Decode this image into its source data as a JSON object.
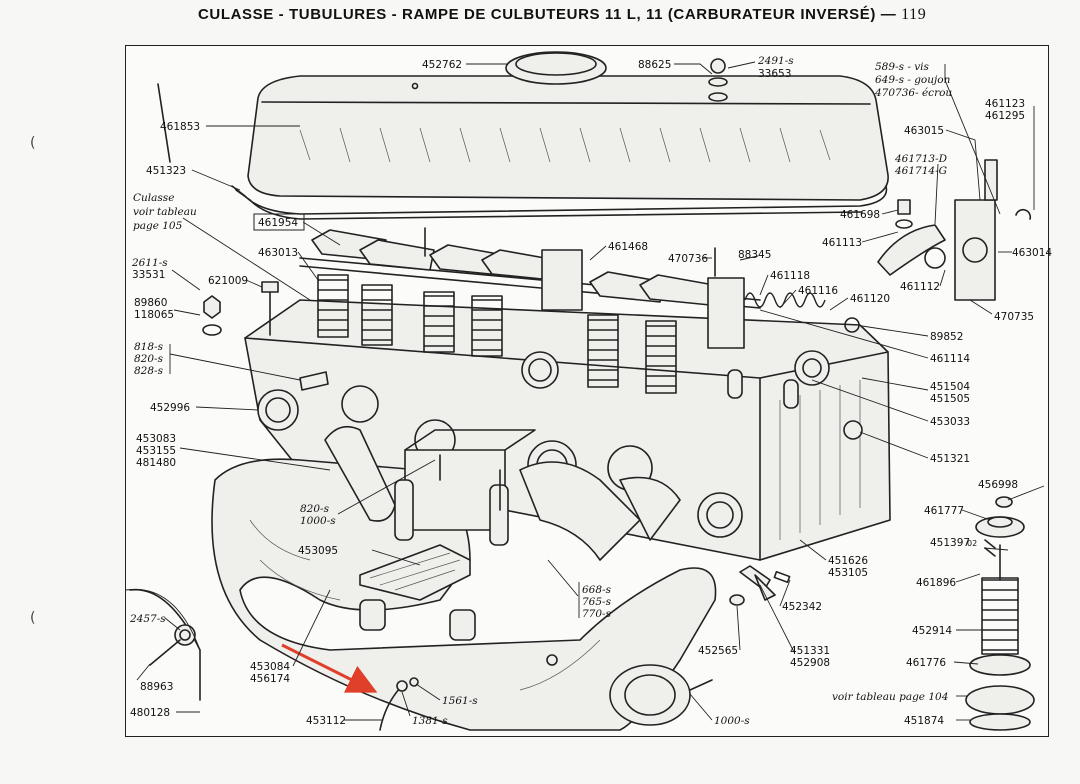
{
  "header": {
    "title": "CULASSE - TUBULURES - RAMPE DE CULBUTEURS 11 L, 11 (CARBURATEUR INVERSÉ) —",
    "page_number": "119"
  },
  "notes": {
    "culasse_line1": "Culasse",
    "culasse_line2": "voir tableau",
    "culasse_line3": "page 105",
    "tableau_104": "voir tableau page 104"
  },
  "parts": {
    "p452762": "452762",
    "p88625": "88625",
    "p2491": "2491-s",
    "p33653": "33653",
    "p589": "589-s - vis",
    "p649": "649-s - goujon",
    "p470736e": "470736- écrou",
    "p461123": "461123",
    "p461295": "461295",
    "p461853": "461853",
    "p463015": "463015",
    "p451323": "451323",
    "p461713": "461713-D",
    "p461714": "461714-G",
    "p461698": "461698",
    "p461954": "461954",
    "p461113": "461113",
    "p463013": "463013",
    "p461468": "461468",
    "p470736": "470736",
    "p88345": "88345",
    "p463014": "463014",
    "p2611": "2611-s",
    "p33531": "33531",
    "p621009": "621009",
    "p461118": "461118",
    "p461112": "461112",
    "p461116": "461116",
    "p89860": "89860",
    "p118065": "118065",
    "p461120": "461120",
    "p470735": "470735",
    "p89852": "89852",
    "p818": "818-s",
    "p820a": "820-s",
    "p828": "828-s",
    "p461114": "461114",
    "p451504": "451504",
    "p451505": "451505",
    "p452996": "452996",
    "p453033": "453033",
    "p453083": "453083",
    "p453155": "453155",
    "p481480": "481480",
    "p451321": "451321",
    "p456998": "456998",
    "p820b": "820-s",
    "p1000a": "1000-s",
    "p461777": "461777",
    "p453095": "453095",
    "p451626": "451626",
    "p453105": "453105",
    "p451397": "451397",
    "p02": "02",
    "p461896": "461896",
    "p668": "668-s",
    "p765": "765-s",
    "p770": "770-s",
    "p452342": "452342",
    "p2457": "2457-s",
    "p452914": "452914",
    "p452565": "452565",
    "p451331": "451331",
    "p452908": "452908",
    "p453084": "453084",
    "p456174": "456174",
    "p461776": "461776",
    "p88963": "88963",
    "p1561": "1561-s",
    "p480128": "480128",
    "p453112": "453112",
    "p1381": "1381-s",
    "p1000b": "1000-s",
    "p451874": "451874"
  },
  "colors": {
    "ink": "#222222",
    "paper": "#fbfbfa",
    "annotation_arrow": "#e0402a"
  }
}
